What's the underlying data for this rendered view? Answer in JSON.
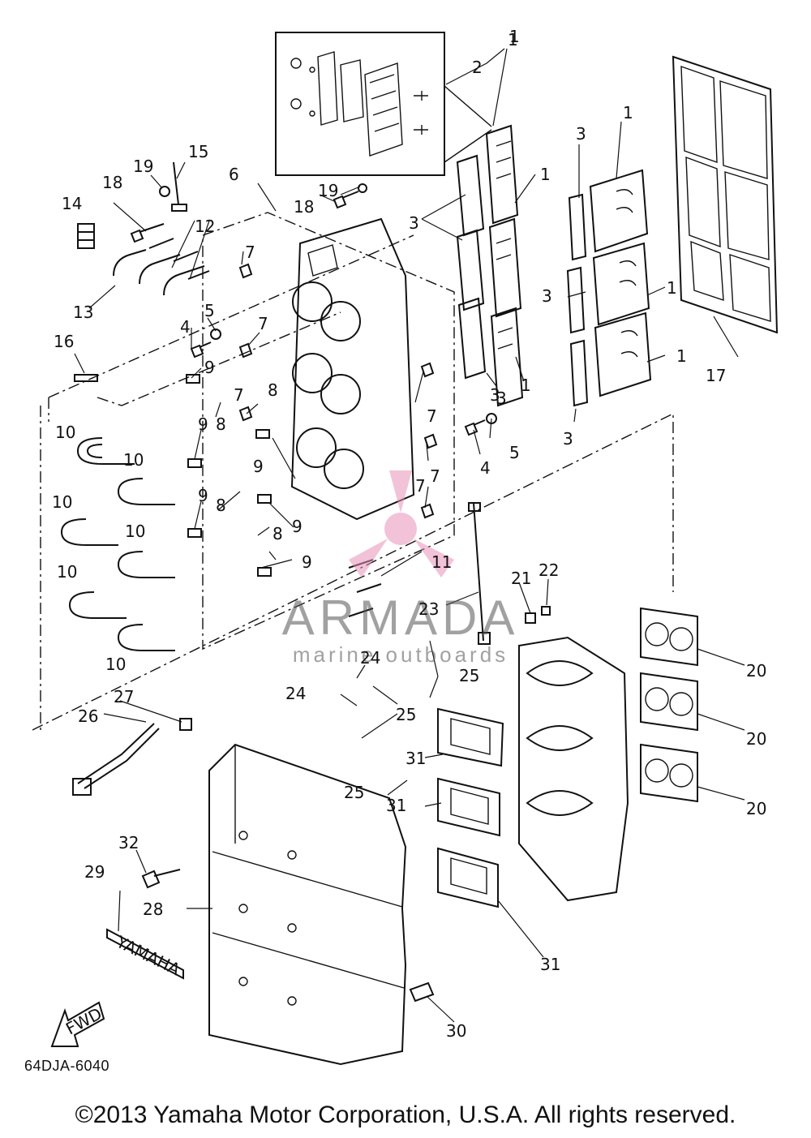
{
  "diagram": {
    "callouts": [
      {
        "id": "c1a",
        "text": "1"
      },
      {
        "id": "c2",
        "text": "2"
      },
      {
        "id": "c1b",
        "text": "1"
      },
      {
        "id": "c1c",
        "text": "1"
      },
      {
        "id": "c1d",
        "text": "1"
      },
      {
        "id": "c1e",
        "text": "1"
      },
      {
        "id": "c1f",
        "text": "1"
      },
      {
        "id": "c1g",
        "text": "1"
      },
      {
        "id": "c3a",
        "text": "3"
      },
      {
        "id": "c3b",
        "text": "3"
      },
      {
        "id": "c3c",
        "text": "3"
      },
      {
        "id": "c3d",
        "text": "3"
      },
      {
        "id": "c3e",
        "text": "3"
      },
      {
        "id": "c3f",
        "text": "3"
      },
      {
        "id": "c4a",
        "text": "4"
      },
      {
        "id": "c4b",
        "text": "4"
      },
      {
        "id": "c5a",
        "text": "5"
      },
      {
        "id": "c5b",
        "text": "5"
      },
      {
        "id": "c6",
        "text": "6"
      },
      {
        "id": "c7a",
        "text": "7"
      },
      {
        "id": "c7b",
        "text": "7"
      },
      {
        "id": "c7c",
        "text": "7"
      },
      {
        "id": "c7d",
        "text": "7"
      },
      {
        "id": "c7e",
        "text": "7"
      },
      {
        "id": "c7f",
        "text": "7"
      },
      {
        "id": "c8a",
        "text": "8"
      },
      {
        "id": "c8b",
        "text": "8"
      },
      {
        "id": "c8c",
        "text": "8"
      },
      {
        "id": "c8d",
        "text": "8"
      },
      {
        "id": "c9a",
        "text": "9"
      },
      {
        "id": "c9b",
        "text": "9"
      },
      {
        "id": "c9c",
        "text": "9"
      },
      {
        "id": "c9d",
        "text": "9"
      },
      {
        "id": "c9e",
        "text": "9"
      },
      {
        "id": "c9f",
        "text": "9"
      },
      {
        "id": "c10a",
        "text": "10"
      },
      {
        "id": "c10b",
        "text": "10"
      },
      {
        "id": "c10c",
        "text": "10"
      },
      {
        "id": "c10d",
        "text": "10"
      },
      {
        "id": "c10e",
        "text": "10"
      },
      {
        "id": "c10f",
        "text": "10"
      },
      {
        "id": "c11",
        "text": "11"
      },
      {
        "id": "c12",
        "text": "12"
      },
      {
        "id": "c13",
        "text": "13"
      },
      {
        "id": "c14",
        "text": "14"
      },
      {
        "id": "c15",
        "text": "15"
      },
      {
        "id": "c16",
        "text": "16"
      },
      {
        "id": "c17",
        "text": "17"
      },
      {
        "id": "c18a",
        "text": "18"
      },
      {
        "id": "c18b",
        "text": "18"
      },
      {
        "id": "c19a",
        "text": "19"
      },
      {
        "id": "c19b",
        "text": "19"
      },
      {
        "id": "c20a",
        "text": "20"
      },
      {
        "id": "c20b",
        "text": "20"
      },
      {
        "id": "c20c",
        "text": "20"
      },
      {
        "id": "c21",
        "text": "21"
      },
      {
        "id": "c22",
        "text": "22"
      },
      {
        "id": "c23",
        "text": "23"
      },
      {
        "id": "c24a",
        "text": "24"
      },
      {
        "id": "c24b",
        "text": "24"
      },
      {
        "id": "c25a",
        "text": "25"
      },
      {
        "id": "c25b",
        "text": "25"
      },
      {
        "id": "c25c",
        "text": "25"
      },
      {
        "id": "c26",
        "text": "26"
      },
      {
        "id": "c27",
        "text": "27"
      },
      {
        "id": "c28",
        "text": "28"
      },
      {
        "id": "c29",
        "text": "29"
      },
      {
        "id": "c30",
        "text": "30"
      },
      {
        "id": "c31a",
        "text": "31"
      },
      {
        "id": "c31b",
        "text": "31"
      },
      {
        "id": "c31c",
        "text": "31"
      },
      {
        "id": "c32",
        "text": "32"
      }
    ],
    "fwd_label": "FWD",
    "label_plate_text": "YAMAHA",
    "watermark": {
      "brand": "ARMADA",
      "tagline": "marine outboards"
    },
    "colors": {
      "line": "#111111",
      "watermark_logo": "#e78fb8",
      "watermark_text": "#555555"
    }
  },
  "footer": {
    "diagram_code": "64DJA-6040",
    "copyright": "©2013 Yamaha Motor Corporation, U.S.A. All rights reserved."
  }
}
